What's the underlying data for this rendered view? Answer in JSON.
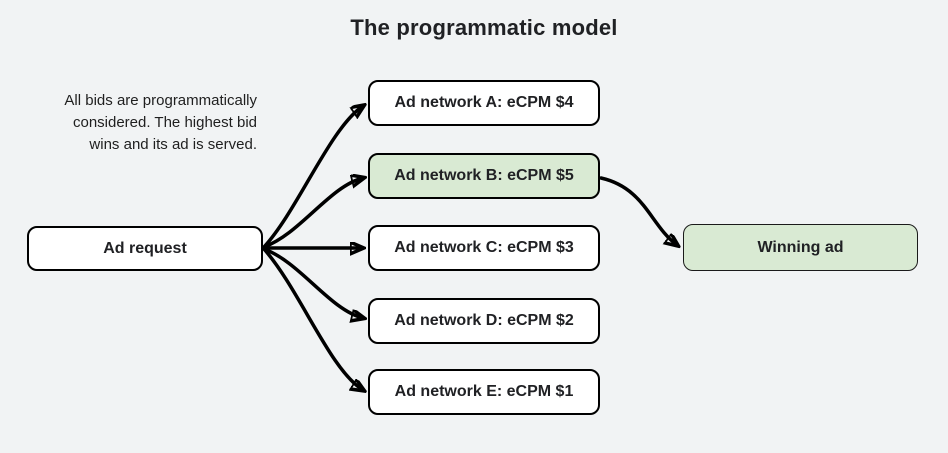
{
  "title": "The programmatic model",
  "note": {
    "line1": "All bids are programmatically",
    "line2": "considered. The highest bid",
    "line3": "wins and its ad is served."
  },
  "nodes": {
    "ad_request": {
      "label": "Ad request"
    },
    "networks": [
      {
        "label": "Ad network A: eCPM $4",
        "highlighted": false
      },
      {
        "label": "Ad network B: eCPM $5",
        "highlighted": true
      },
      {
        "label": "Ad network C: eCPM $3",
        "highlighted": false
      },
      {
        "label": "Ad network D: eCPM $2",
        "highlighted": false
      },
      {
        "label": "Ad network E: eCPM $1",
        "highlighted": false
      }
    ],
    "winning_ad": {
      "label": "Winning ad"
    }
  },
  "edges": [
    {
      "from": "Ad request",
      "to": "Ad network A: eCPM $4"
    },
    {
      "from": "Ad request",
      "to": "Ad network B: eCPM $5"
    },
    {
      "from": "Ad request",
      "to": "Ad network C: eCPM $3"
    },
    {
      "from": "Ad request",
      "to": "Ad network D: eCPM $2"
    },
    {
      "from": "Ad request",
      "to": "Ad network E: eCPM $1"
    },
    {
      "from": "Ad network B: eCPM $5",
      "to": "Winning ad"
    }
  ],
  "colors": {
    "background": "#f1f3f4",
    "box_fill": "#ffffff",
    "highlight_fill": "#d9ead3",
    "border": "#000000",
    "arrow": "#000000",
    "text": "#202124"
  }
}
